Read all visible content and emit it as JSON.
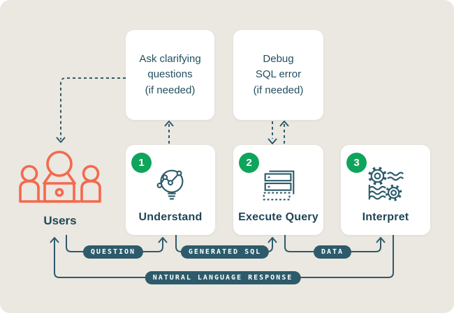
{
  "boxes": {
    "ask": {
      "text": "Ask clarifying\nquestions\n(if needed)"
    },
    "debug": {
      "text": "Debug\nSQL error\n(if needed)"
    }
  },
  "steps": [
    {
      "number": "1",
      "label": "Understand",
      "icon": "lightbulb-chart-icon"
    },
    {
      "number": "2",
      "label": "Execute Query",
      "icon": "server-stack-icon"
    },
    {
      "number": "3",
      "label": "Interpret",
      "icon": "gears-waves-icon"
    }
  ],
  "users": {
    "label": "Users",
    "icon": "users-group-laptop-icon"
  },
  "flows": {
    "question": "QUESTION",
    "generated_sql": "GENERATED SQL",
    "data": "DATA",
    "response": "NATURAL LANGUAGE RESPONSE"
  },
  "colors": {
    "background": "#EBE7E1",
    "card": "#FFFFFF",
    "teal_line": "#2D5B6B",
    "text": "#1F4656",
    "green_badge": "#0FA45C",
    "orange_users": "#F4694C",
    "pill_bg": "#2D5B6B",
    "pill_text": "#FFFFFF"
  }
}
